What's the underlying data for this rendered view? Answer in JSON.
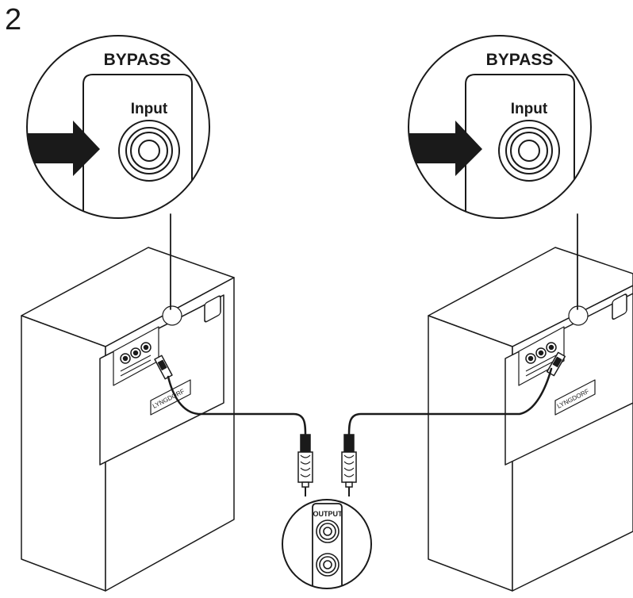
{
  "step_number": "2",
  "left_callout": {
    "panel_title": "BYPASS",
    "jack_label": "Input"
  },
  "right_callout": {
    "panel_title": "BYPASS",
    "jack_label": "Input"
  },
  "left_speaker": {
    "brand": "LYNGDORF"
  },
  "right_speaker": {
    "brand": "LYNGDORF"
  },
  "output_callout": {
    "label": "OUTPUT"
  },
  "colors": {
    "line": "#1a1a1a",
    "fill": "#ffffff"
  }
}
